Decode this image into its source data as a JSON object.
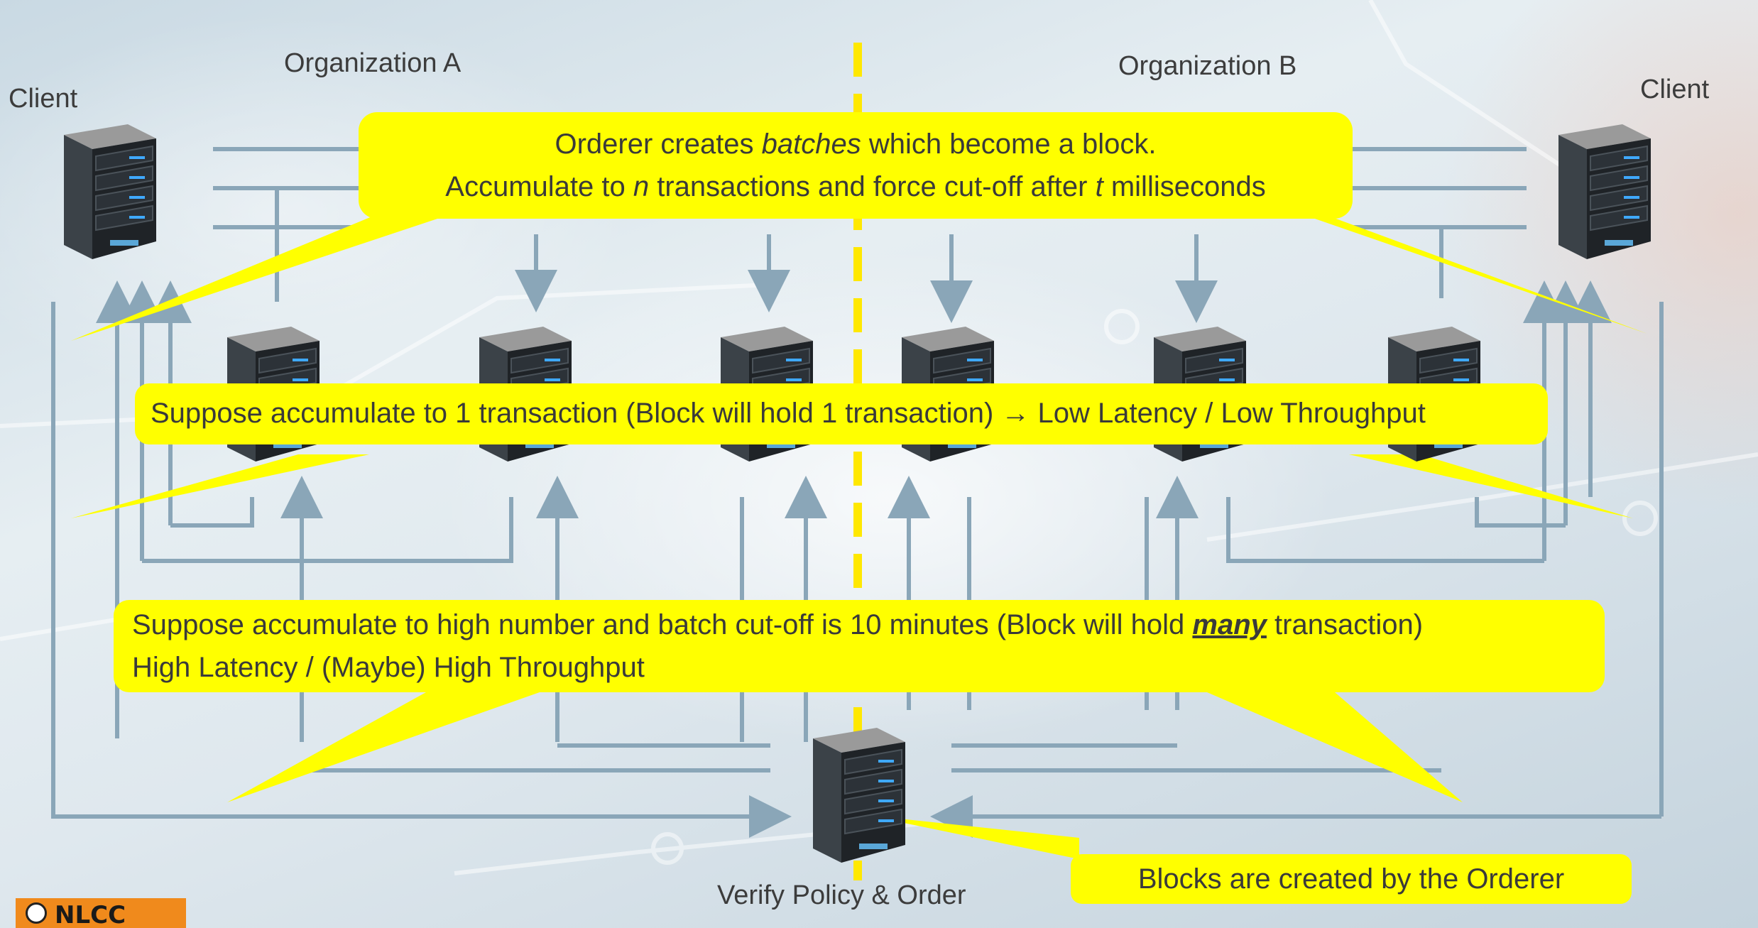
{
  "labels": {
    "org_a": "Organization A",
    "org_b": "Organization B",
    "client_left": "Client",
    "client_right": "Client",
    "orderer": "Verify Policy & Order"
  },
  "callouts": {
    "top": {
      "line1": {
        "pre": "Orderer creates ",
        "em": "batches",
        "post": " which become a block."
      },
      "line2": {
        "pre": "Accumulate to ",
        "em1": "n",
        "mid": " transactions and force cut-off after ",
        "em2": "t",
        "post": " milliseconds"
      }
    },
    "middle": {
      "text": "Suppose accumulate to 1 transaction (Block will hold 1 transaction) → Low Latency / Low Throughput"
    },
    "bottom": {
      "line1_pre": "Suppose accumulate to high number and batch cut-off is 10 minutes (Block will hold ",
      "line1_em": "many",
      "line1_post": " transaction)",
      "line2": "High Latency / (Maybe) High Throughput"
    },
    "orderer_note": "Blocks are created by the Orderer"
  },
  "logo": {
    "text": "NLCC"
  },
  "colors": {
    "callout": "#ffff00",
    "connector": "#8aa6b8",
    "divider": "#ffe800"
  }
}
